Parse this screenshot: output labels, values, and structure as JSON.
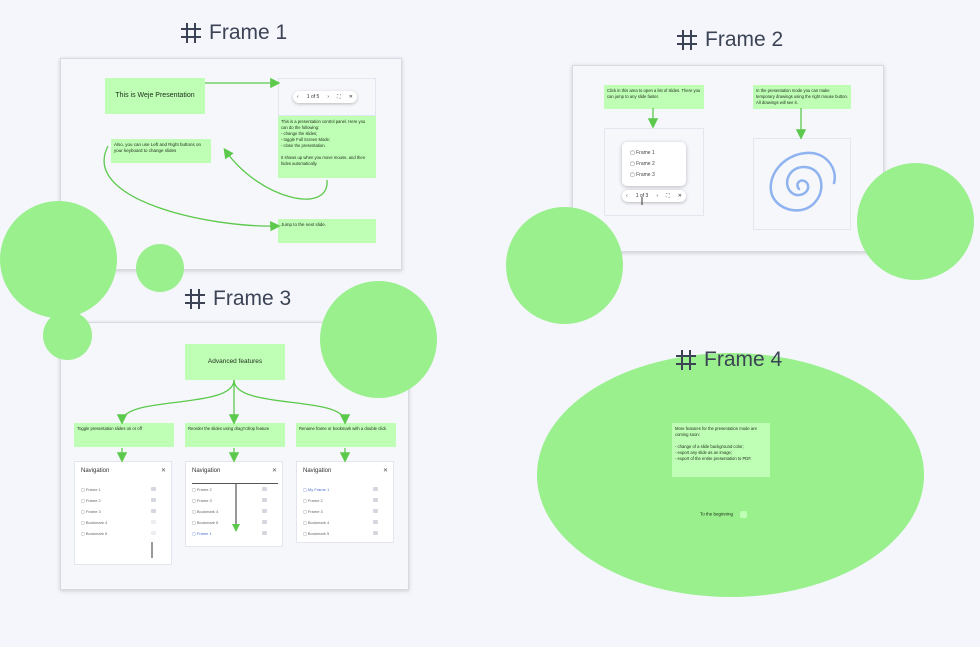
{
  "frames": [
    {
      "label": "Frame 1"
    },
    {
      "label": "Frame 2"
    },
    {
      "label": "Frame 3"
    },
    {
      "label": "Frame 4"
    }
  ],
  "frame1": {
    "title_note": "This is Weje Presentation",
    "pill": {
      "prev": "‹",
      "counter": "1 of 5",
      "next": "›",
      "fullscreen": "⛶",
      "close": "✕"
    },
    "control_note": "This is a presentation control panel. Here you can do the following:\n- change the slides;\n- toggle Full Screen Mode;\n- close the presentation.\n\nIt shows up when you move mouse, and then hides automatically.",
    "keyboard_note": "Also, you can use Left and Right buttons on your keyboard to change slides",
    "next_note": "Jump to the next slide."
  },
  "frame2": {
    "click_note": "Click in this area to open a list of slides. There you can jump to any slide faster.",
    "draw_note": "In the presentation mode you can make temporary drawings using the right mouse button. All drawings will see it.",
    "menu_items": [
      "Frame 1",
      "Frame 2",
      "Frame 3"
    ],
    "pill": {
      "prev": "‹",
      "counter": "1 of 3",
      "next": "›",
      "fullscreen": "⛶",
      "close": "✕"
    }
  },
  "frame3": {
    "advanced": "Advanced features",
    "toggle_note": "Toggle presentation slides on or off",
    "reorder_note": "Reorder the slides using drag'n'drop feature",
    "rename_note": "Rename frame or bookmark with a double click",
    "panels": [
      {
        "title": "Navigation",
        "close": "✕",
        "rows": [
          "Frame 1",
          "Frame 2",
          "Frame 3",
          "Bookmark 4",
          "Bookmark 5"
        ]
      },
      {
        "title": "Navigation",
        "close": "✕",
        "rows": [
          "Frame 2",
          "Frame 3",
          "Bookmark 4",
          "Bookmark 5",
          "Frame 1"
        ]
      },
      {
        "title": "Navigation",
        "close": "✕",
        "rows": [
          "My Frame 1",
          "Frame 2",
          "Frame 3",
          "Bookmark 4",
          "Bookmark 5"
        ]
      }
    ]
  },
  "frame4": {
    "features_note": "More features for the presentation mode are coming soon:\n\n- change of a slide background color;\n- export any slide as an image;\n- export of the entire presentation to PDF.",
    "beginning_link": "To the beginning"
  },
  "colors": {
    "sticky": "#bfffb5",
    "circle": "#99f08c",
    "arrow": "#5cc94c",
    "frame_bg": "#f6f7fb",
    "canvas_bg": "#f4f6fb",
    "drawing": "#8fb3f0"
  }
}
